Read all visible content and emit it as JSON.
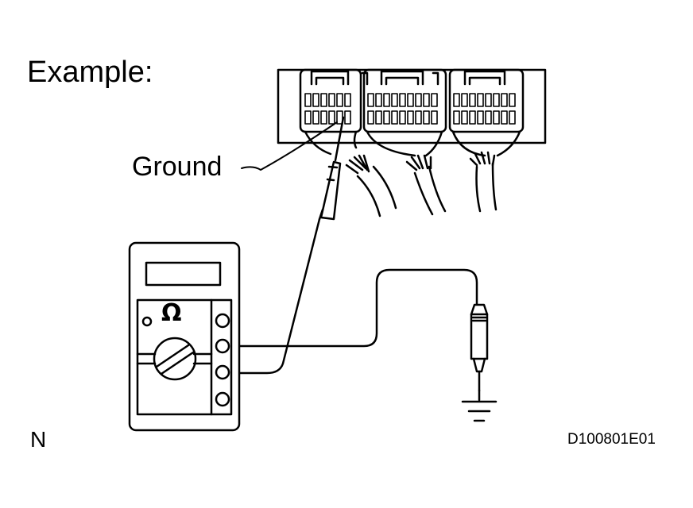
{
  "diagram": {
    "title": "Example:",
    "ground_label": "Ground",
    "orientation_mark": "N",
    "figure_code": "D100801E01",
    "meter_symbol": "Ω",
    "icons": [
      "multimeter-icon",
      "ecu-connector-icon",
      "ground-symbol-icon",
      "test-probe-icon"
    ],
    "colors": {
      "line": "#000000",
      "background": "#ffffff"
    }
  }
}
